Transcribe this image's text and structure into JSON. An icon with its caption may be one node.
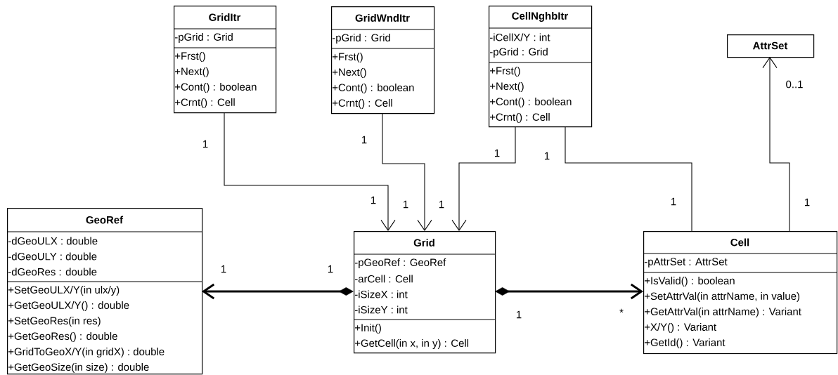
{
  "diagram": {
    "nodes": [
      {
        "text": [
          "GridItr",
          "-pGrid : Grid",
          "+Frst()",
          "+Next()",
          "+Cont() : boolean",
          "+Crnt() : Cell"
        ]
      },
      {
        "text": [
          "GridWndItr",
          "-pGrid : Grid",
          "+Frst()",
          "+Next()",
          "+Cont() : boolean",
          "+Crnt() : Cell"
        ]
      },
      {
        "text": [
          "CellNghbItr",
          "-iCellX/Y : int",
          "-pGrid : Grid",
          "+Frst()",
          "+Next()",
          "+Cont() : boolean",
          "+Crnt() : Cell"
        ]
      },
      {
        "text": [
          "AttrSet"
        ]
      },
      {
        "text": [
          "GeoRef",
          "-dGeoULX : double",
          "-dGeoULY : double",
          "-dGeoRes : double",
          "+SetGeoULX/Y(in ulx/y)",
          "+GetGeoULX/Y() : double",
          "+SetGeoRes(in res)",
          "+GetGeoRes() : double",
          "+GridToGeoX/Y(in gridX) : double",
          "+GetGeoSize(in size) : double"
        ]
      },
      {
        "text": [
          "Grid",
          "-pGeoRef : GeoRef",
          "-arCell : Cell",
          "-iSizeX : int",
          "-iSizeY : int",
          "+Init()",
          "+GetCell(in x, in y) : Cell"
        ]
      },
      {
        "text": [
          "Cell",
          "-pAttrSet : AttrSet",
          "+IsValid() : boolean",
          "+SetAttrVal(in attrName, in value)",
          "+GetAttrVal(in attrName) : Variant",
          "+X/Y() : Variant",
          "+GetId() : Variant"
        ]
      }
    ],
    "edges": [
      {
        "from": 0,
        "to": 5,
        "arrow": "to"
      },
      {
        "from": 1,
        "to": 5,
        "arrow": "to"
      },
      {
        "from": 2,
        "to": 5,
        "arrow": "to"
      },
      {
        "from": 2,
        "to": 6,
        "arrow": "none"
      },
      {
        "from": 6,
        "to": 3,
        "arrow": "to"
      },
      {
        "from": 5,
        "to": 4,
        "arrow": "to",
        "style": "thick"
      },
      {
        "from": 5,
        "to": 6,
        "arrow": "to",
        "style": "thick"
      }
    ],
    "labels": [
      "0..1",
      "1",
      "1",
      "1",
      "1",
      "1",
      "1",
      "1",
      "1",
      "1",
      "1",
      "1",
      "1",
      "*"
    ]
  }
}
